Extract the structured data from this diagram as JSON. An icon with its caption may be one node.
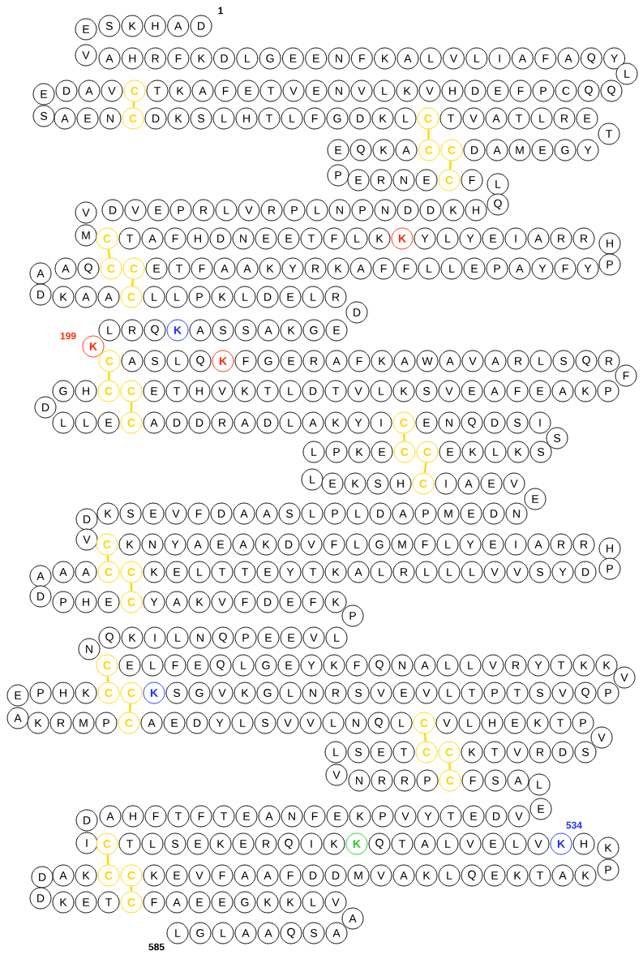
{
  "diagram": {
    "nodes": [
      {
        "text": [
          "D"
        ],
        "beside": [
          "1"
        ]
      },
      {
        "text": [
          "A"
        ]
      },
      {
        "text": [
          "H"
        ]
      },
      {
        "text": [
          "K"
        ]
      },
      {
        "text": [
          "S"
        ]
      },
      {
        "text": [
          "E"
        ]
      },
      {
        "text": [
          "V"
        ]
      },
      {
        "text": [
          "A"
        ]
      },
      {
        "text": [
          "H"
        ]
      },
      {
        "text": [
          "R"
        ]
      },
      {
        "text": [
          "F"
        ]
      },
      {
        "text": [
          "K"
        ]
      },
      {
        "text": [
          "D"
        ]
      },
      {
        "text": [
          "L"
        ]
      },
      {
        "text": [
          "G"
        ]
      },
      {
        "text": [
          "E"
        ]
      },
      {
        "text": [
          "E"
        ]
      },
      {
        "text": [
          "N"
        ]
      },
      {
        "text": [
          "F"
        ]
      },
      {
        "text": [
          "K"
        ]
      },
      {
        "text": [
          "A"
        ]
      },
      {
        "text": [
          "L"
        ]
      },
      {
        "text": [
          "V"
        ]
      },
      {
        "text": [
          "L"
        ]
      },
      {
        "text": [
          "I"
        ]
      },
      {
        "text": [
          "A"
        ]
      },
      {
        "text": [
          "F"
        ]
      },
      {
        "text": [
          "A"
        ]
      },
      {
        "text": [
          "Q"
        ]
      },
      {
        "text": [
          "Y"
        ]
      },
      {
        "text": [
          "L"
        ]
      },
      {
        "text": [
          "Q"
        ]
      },
      {
        "text": [
          "Q"
        ]
      },
      {
        "text": [
          "C"
        ]
      },
      {
        "text": [
          "P"
        ]
      },
      {
        "text": [
          "F"
        ]
      },
      {
        "text": [
          "E"
        ]
      },
      {
        "text": [
          "D"
        ]
      },
      {
        "text": [
          "H"
        ]
      },
      {
        "text": [
          "V"
        ]
      },
      {
        "text": [
          "K"
        ]
      },
      {
        "text": [
          "L"
        ]
      },
      {
        "text": [
          "V"
        ]
      },
      {
        "text": [
          "N"
        ]
      },
      {
        "text": [
          "E"
        ]
      },
      {
        "text": [
          "V"
        ]
      },
      {
        "text": [
          "T"
        ]
      },
      {
        "text": [
          "E"
        ]
      },
      {
        "text": [
          "F"
        ]
      },
      {
        "text": [
          "A"
        ]
      },
      {
        "text": [
          "K"
        ]
      },
      {
        "text": [
          "T"
        ]
      },
      {
        "text": [
          "C"
        ]
      },
      {
        "text": [
          "V"
        ]
      },
      {
        "text": [
          "A"
        ]
      },
      {
        "text": [
          "D"
        ]
      },
      {
        "text": [
          "E"
        ]
      },
      {
        "text": [
          "S"
        ]
      },
      {
        "text": [
          "A"
        ]
      },
      {
        "text": [
          "E"
        ]
      },
      {
        "text": [
          "N"
        ]
      },
      {
        "text": [
          "C"
        ]
      },
      {
        "text": [
          "D"
        ]
      },
      {
        "text": [
          "K"
        ]
      },
      {
        "text": [
          "S"
        ]
      },
      {
        "text": [
          "L"
        ]
      },
      {
        "text": [
          "H"
        ]
      },
      {
        "text": [
          "T"
        ]
      },
      {
        "text": [
          "L"
        ]
      },
      {
        "text": [
          "F"
        ]
      },
      {
        "text": [
          "G"
        ]
      },
      {
        "text": [
          "D"
        ]
      },
      {
        "text": [
          "K"
        ]
      },
      {
        "text": [
          "L"
        ]
      },
      {
        "text": [
          "C"
        ]
      },
      {
        "text": [
          "T"
        ]
      },
      {
        "text": [
          "V"
        ]
      },
      {
        "text": [
          "A"
        ]
      },
      {
        "text": [
          "T"
        ]
      },
      {
        "text": [
          "L"
        ]
      },
      {
        "text": [
          "R"
        ]
      },
      {
        "text": [
          "E"
        ]
      },
      {
        "text": [
          "T"
        ]
      },
      {
        "text": [
          "Y"
        ]
      },
      {
        "text": [
          "G"
        ]
      },
      {
        "text": [
          "E"
        ]
      },
      {
        "text": [
          "M"
        ]
      },
      {
        "text": [
          "A"
        ]
      },
      {
        "text": [
          "D"
        ]
      },
      {
        "text": [
          "C"
        ]
      },
      {
        "text": [
          "C"
        ]
      },
      {
        "text": [
          "A"
        ]
      },
      {
        "text": [
          "K"
        ]
      },
      {
        "text": [
          "Q"
        ]
      },
      {
        "text": [
          "E"
        ]
      },
      {
        "text": [
          "P"
        ]
      },
      {
        "text": [
          "E"
        ]
      },
      {
        "text": [
          "R"
        ]
      },
      {
        "text": [
          "N"
        ]
      },
      {
        "text": [
          "E"
        ]
      },
      {
        "text": [
          "C"
        ]
      },
      {
        "text": [
          "F"
        ]
      },
      {
        "text": [
          "L"
        ]
      },
      {
        "text": [
          "Q"
        ]
      },
      {
        "text": [
          "H"
        ]
      },
      {
        "text": [
          "K"
        ]
      },
      {
        "text": [
          "D"
        ]
      },
      {
        "text": [
          "D"
        ]
      },
      {
        "text": [
          "N"
        ]
      },
      {
        "text": [
          "P"
        ]
      },
      {
        "text": [
          "N"
        ]
      },
      {
        "text": [
          "L"
        ]
      },
      {
        "text": [
          "P"
        ]
      },
      {
        "text": [
          "R"
        ]
      },
      {
        "text": [
          "V"
        ]
      },
      {
        "text": [
          "L"
        ]
      },
      {
        "text": [
          "R"
        ]
      },
      {
        "text": [
          "P"
        ]
      },
      {
        "text": [
          "E"
        ]
      },
      {
        "text": [
          "V"
        ]
      },
      {
        "text": [
          "D"
        ]
      },
      {
        "text": [
          "V"
        ]
      },
      {
        "text": [
          "M"
        ]
      },
      {
        "text": [
          "C"
        ]
      },
      {
        "text": [
          "T"
        ]
      },
      {
        "text": [
          "A"
        ]
      },
      {
        "text": [
          "F"
        ]
      },
      {
        "text": [
          "H"
        ]
      },
      {
        "text": [
          "D"
        ]
      },
      {
        "text": [
          "N"
        ]
      },
      {
        "text": [
          "E"
        ]
      },
      {
        "text": [
          "E"
        ]
      },
      {
        "text": [
          "T"
        ]
      },
      {
        "text": [
          "F"
        ]
      },
      {
        "text": [
          "L"
        ]
      },
      {
        "text": [
          "K"
        ]
      },
      {
        "text": [
          "K"
        ]
      },
      {
        "text": [
          "Y"
        ]
      },
      {
        "text": [
          "L"
        ]
      },
      {
        "text": [
          "Y"
        ]
      },
      {
        "text": [
          "E"
        ]
      },
      {
        "text": [
          "I"
        ]
      },
      {
        "text": [
          "A"
        ]
      },
      {
        "text": [
          "R"
        ]
      },
      {
        "text": [
          "R"
        ]
      },
      {
        "text": [
          "H"
        ]
      },
      {
        "text": [
          "P"
        ]
      },
      {
        "text": [
          "Y"
        ]
      },
      {
        "text": [
          "F"
        ]
      },
      {
        "text": [
          "Y"
        ]
      },
      {
        "text": [
          "A"
        ]
      },
      {
        "text": [
          "P"
        ]
      },
      {
        "text": [
          "E"
        ]
      },
      {
        "text": [
          "L"
        ]
      },
      {
        "text": [
          "L"
        ]
      },
      {
        "text": [
          "F"
        ]
      },
      {
        "text": [
          "F"
        ]
      },
      {
        "text": [
          "A"
        ]
      },
      {
        "text": [
          "K"
        ]
      },
      {
        "text": [
          "R"
        ]
      },
      {
        "text": [
          "Y"
        ]
      },
      {
        "text": [
          "K"
        ]
      },
      {
        "text": [
          "A"
        ]
      },
      {
        "text": [
          "A"
        ]
      },
      {
        "text": [
          "F"
        ]
      },
      {
        "text": [
          "T"
        ]
      },
      {
        "text": [
          "E"
        ]
      },
      {
        "text": [
          "C"
        ]
      },
      {
        "text": [
          "C"
        ]
      },
      {
        "text": [
          "Q"
        ]
      },
      {
        "text": [
          "A"
        ]
      },
      {
        "text": [
          "A"
        ]
      },
      {
        "text": [
          "D"
        ]
      },
      {
        "text": [
          "K"
        ]
      },
      {
        "text": [
          "A"
        ]
      },
      {
        "text": [
          "A"
        ]
      },
      {
        "text": [
          "C"
        ]
      },
      {
        "text": [
          "L"
        ]
      },
      {
        "text": [
          "L"
        ]
      },
      {
        "text": [
          "P"
        ]
      },
      {
        "text": [
          "K"
        ]
      },
      {
        "text": [
          "L"
        ]
      },
      {
        "text": [
          "D"
        ]
      },
      {
        "text": [
          "E"
        ]
      },
      {
        "text": [
          "L"
        ]
      },
      {
        "text": [
          "R"
        ]
      },
      {
        "text": [
          "D"
        ]
      },
      {
        "text": [
          "E"
        ]
      },
      {
        "text": [
          "G"
        ]
      },
      {
        "text": [
          "K"
        ]
      },
      {
        "text": [
          "A"
        ]
      },
      {
        "text": [
          "S"
        ]
      },
      {
        "text": [
          "S"
        ]
      },
      {
        "text": [
          "A"
        ]
      },
      {
        "text": [
          "K"
        ]
      },
      {
        "text": [
          "Q"
        ]
      },
      {
        "text": [
          "R"
        ]
      },
      {
        "text": [
          "L"
        ]
      },
      {
        "text": [
          "K"
        ],
        "beside": [
          "199"
        ]
      },
      {
        "text": [
          "C"
        ]
      },
      {
        "text": [
          "A"
        ]
      },
      {
        "text": [
          "S"
        ]
      },
      {
        "text": [
          "L"
        ]
      },
      {
        "text": [
          "Q"
        ]
      },
      {
        "text": [
          "K"
        ]
      },
      {
        "text": [
          "F"
        ]
      },
      {
        "text": [
          "G"
        ]
      },
      {
        "text": [
          "E"
        ]
      },
      {
        "text": [
          "R"
        ]
      },
      {
        "text": [
          "A"
        ]
      },
      {
        "text": [
          "F"
        ]
      },
      {
        "text": [
          "K"
        ]
      },
      {
        "text": [
          "A"
        ]
      },
      {
        "text": [
          "W"
        ]
      },
      {
        "text": [
          "A"
        ]
      },
      {
        "text": [
          "V"
        ]
      },
      {
        "text": [
          "A"
        ]
      },
      {
        "text": [
          "R"
        ]
      },
      {
        "text": [
          "L"
        ]
      },
      {
        "text": [
          "S"
        ]
      },
      {
        "text": [
          "Q"
        ]
      },
      {
        "text": [
          "R"
        ]
      },
      {
        "text": [
          "F"
        ]
      },
      {
        "text": [
          "P"
        ]
      },
      {
        "text": [
          "K"
        ]
      },
      {
        "text": [
          "A"
        ]
      },
      {
        "text": [
          "E"
        ]
      },
      {
        "text": [
          "F"
        ]
      },
      {
        "text": [
          "A"
        ]
      },
      {
        "text": [
          "E"
        ]
      },
      {
        "text": [
          "V"
        ]
      },
      {
        "text": [
          "S"
        ]
      },
      {
        "text": [
          "K"
        ]
      },
      {
        "text": [
          "L"
        ]
      },
      {
        "text": [
          "V"
        ]
      },
      {
        "text": [
          "T"
        ]
      },
      {
        "text": [
          "D"
        ]
      },
      {
        "text": [
          "L"
        ]
      },
      {
        "text": [
          "T"
        ]
      },
      {
        "text": [
          "K"
        ]
      },
      {
        "text": [
          "V"
        ]
      },
      {
        "text": [
          "H"
        ]
      },
      {
        "text": [
          "T"
        ]
      },
      {
        "text": [
          "E"
        ]
      },
      {
        "text": [
          "C"
        ]
      },
      {
        "text": [
          "C"
        ]
      },
      {
        "text": [
          "H"
        ]
      },
      {
        "text": [
          "G"
        ]
      },
      {
        "text": [
          "D"
        ]
      },
      {
        "text": [
          "L"
        ]
      },
      {
        "text": [
          "L"
        ]
      },
      {
        "text": [
          "E"
        ]
      },
      {
        "text": [
          "C"
        ]
      },
      {
        "text": [
          "A"
        ]
      },
      {
        "text": [
          "D"
        ]
      },
      {
        "text": [
          "D"
        ]
      },
      {
        "text": [
          "R"
        ]
      },
      {
        "text": [
          "A"
        ]
      },
      {
        "text": [
          "D"
        ]
      },
      {
        "text": [
          "L"
        ]
      },
      {
        "text": [
          "A"
        ]
      },
      {
        "text": [
          "K"
        ]
      },
      {
        "text": [
          "Y"
        ]
      },
      {
        "text": [
          "I"
        ]
      },
      {
        "text": [
          "C"
        ]
      },
      {
        "text": [
          "E"
        ]
      },
      {
        "text": [
          "N"
        ]
      },
      {
        "text": [
          "Q"
        ]
      },
      {
        "text": [
          "D"
        ]
      },
      {
        "text": [
          "S"
        ]
      },
      {
        "text": [
          "I"
        ]
      },
      {
        "text": [
          "S"
        ]
      },
      {
        "text": [
          "S"
        ]
      },
      {
        "text": [
          "K"
        ]
      },
      {
        "text": [
          "L"
        ]
      },
      {
        "text": [
          "K"
        ]
      },
      {
        "text": [
          "E"
        ]
      },
      {
        "text": [
          "C"
        ]
      },
      {
        "text": [
          "C"
        ]
      },
      {
        "text": [
          "E"
        ]
      },
      {
        "text": [
          "K"
        ]
      },
      {
        "text": [
          "P"
        ]
      },
      {
        "text": [
          "L"
        ]
      },
      {
        "text": [
          "L"
        ]
      },
      {
        "text": [
          "E"
        ]
      },
      {
        "text": [
          "K"
        ]
      },
      {
        "text": [
          "S"
        ]
      },
      {
        "text": [
          "H"
        ]
      },
      {
        "text": [
          "C"
        ]
      },
      {
        "text": [
          "I"
        ]
      },
      {
        "text": [
          "A"
        ]
      },
      {
        "text": [
          "E"
        ]
      },
      {
        "text": [
          "V"
        ]
      },
      {
        "text": [
          "E"
        ]
      },
      {
        "text": [
          "N"
        ]
      },
      {
        "text": [
          "D"
        ]
      },
      {
        "text": [
          "E"
        ]
      },
      {
        "text": [
          "M"
        ]
      },
      {
        "text": [
          "P"
        ]
      },
      {
        "text": [
          "A"
        ]
      },
      {
        "text": [
          "D"
        ]
      },
      {
        "text": [
          "L"
        ]
      },
      {
        "text": [
          "P"
        ]
      },
      {
        "text": [
          "L"
        ]
      },
      {
        "text": [
          "S"
        ]
      },
      {
        "text": [
          "A"
        ]
      },
      {
        "text": [
          "A"
        ]
      },
      {
        "text": [
          "D"
        ]
      },
      {
        "text": [
          "F"
        ]
      },
      {
        "text": [
          "V"
        ]
      },
      {
        "text": [
          "E"
        ]
      },
      {
        "text": [
          "S"
        ]
      },
      {
        "text": [
          "K"
        ]
      },
      {
        "text": [
          "D"
        ]
      },
      {
        "text": [
          "V"
        ]
      },
      {
        "text": [
          "C"
        ]
      },
      {
        "text": [
          "K"
        ]
      },
      {
        "text": [
          "N"
        ]
      },
      {
        "text": [
          "Y"
        ]
      },
      {
        "text": [
          "A"
        ]
      },
      {
        "text": [
          "E"
        ]
      },
      {
        "text": [
          "A"
        ]
      },
      {
        "text": [
          "K"
        ]
      },
      {
        "text": [
          "D"
        ]
      },
      {
        "text": [
          "V"
        ]
      },
      {
        "text": [
          "F"
        ]
      },
      {
        "text": [
          "L"
        ]
      },
      {
        "text": [
          "G"
        ]
      },
      {
        "text": [
          "M"
        ]
      },
      {
        "text": [
          "F"
        ]
      },
      {
        "text": [
          "L"
        ]
      },
      {
        "text": [
          "Y"
        ]
      },
      {
        "text": [
          "E"
        ]
      },
      {
        "text": [
          "I"
        ]
      },
      {
        "text": [
          "A"
        ]
      },
      {
        "text": [
          "R"
        ]
      },
      {
        "text": [
          "R"
        ]
      },
      {
        "text": [
          "H"
        ]
      },
      {
        "text": [
          "P"
        ]
      },
      {
        "text": [
          "D"
        ]
      },
      {
        "text": [
          "Y"
        ]
      },
      {
        "text": [
          "S"
        ]
      },
      {
        "text": [
          "V"
        ]
      },
      {
        "text": [
          "V"
        ]
      },
      {
        "text": [
          "L"
        ]
      },
      {
        "text": [
          "L"
        ]
      },
      {
        "text": [
          "L"
        ]
      },
      {
        "text": [
          "R"
        ]
      },
      {
        "text": [
          "L"
        ]
      },
      {
        "text": [
          "A"
        ]
      },
      {
        "text": [
          "K"
        ]
      },
      {
        "text": [
          "T"
        ]
      },
      {
        "text": [
          "Y"
        ]
      },
      {
        "text": [
          "E"
        ]
      },
      {
        "text": [
          "T"
        ]
      },
      {
        "text": [
          "T"
        ]
      },
      {
        "text": [
          "L"
        ]
      },
      {
        "text": [
          "E"
        ]
      },
      {
        "text": [
          "K"
        ]
      },
      {
        "text": [
          "C"
        ]
      },
      {
        "text": [
          "C"
        ]
      },
      {
        "text": [
          "A"
        ]
      },
      {
        "text": [
          "A"
        ]
      },
      {
        "text": [
          "A"
        ]
      },
      {
        "text": [
          "D"
        ]
      },
      {
        "text": [
          "P"
        ]
      },
      {
        "text": [
          "H"
        ]
      },
      {
        "text": [
          "E"
        ]
      },
      {
        "text": [
          "C"
        ]
      },
      {
        "text": [
          "Y"
        ]
      },
      {
        "text": [
          "A"
        ]
      },
      {
        "text": [
          "K"
        ]
      },
      {
        "text": [
          "V"
        ]
      },
      {
        "text": [
          "F"
        ]
      },
      {
        "text": [
          "D"
        ]
      },
      {
        "text": [
          "E"
        ]
      },
      {
        "text": [
          "F"
        ]
      },
      {
        "text": [
          "K"
        ]
      },
      {
        "text": [
          "P"
        ]
      },
      {
        "text": [
          "L"
        ]
      },
      {
        "text": [
          "V"
        ]
      },
      {
        "text": [
          "E"
        ]
      },
      {
        "text": [
          "E"
        ]
      },
      {
        "text": [
          "P"
        ]
      },
      {
        "text": [
          "Q"
        ]
      },
      {
        "text": [
          "N"
        ]
      },
      {
        "text": [
          "L"
        ]
      },
      {
        "text": [
          "I"
        ]
      },
      {
        "text": [
          "K"
        ]
      },
      {
        "text": [
          "Q"
        ]
      },
      {
        "text": [
          "N"
        ]
      },
      {
        "text": [
          "C"
        ]
      },
      {
        "text": [
          "E"
        ]
      },
      {
        "text": [
          "L"
        ]
      },
      {
        "text": [
          "F"
        ]
      },
      {
        "text": [
          "E"
        ]
      },
      {
        "text": [
          "Q"
        ]
      },
      {
        "text": [
          "L"
        ]
      },
      {
        "text": [
          "G"
        ]
      },
      {
        "text": [
          "E"
        ]
      },
      {
        "text": [
          "Y"
        ]
      },
      {
        "text": [
          "K"
        ]
      },
      {
        "text": [
          "F"
        ]
      },
      {
        "text": [
          "Q"
        ]
      },
      {
        "text": [
          "N"
        ]
      },
      {
        "text": [
          "A"
        ]
      },
      {
        "text": [
          "L"
        ]
      },
      {
        "text": [
          "L"
        ]
      },
      {
        "text": [
          "V"
        ]
      },
      {
        "text": [
          "R"
        ]
      },
      {
        "text": [
          "Y"
        ]
      },
      {
        "text": [
          "T"
        ]
      },
      {
        "text": [
          "K"
        ]
      },
      {
        "text": [
          "K"
        ]
      },
      {
        "text": [
          "V"
        ]
      },
      {
        "text": [
          "P"
        ]
      },
      {
        "text": [
          "Q"
        ]
      },
      {
        "text": [
          "V"
        ]
      },
      {
        "text": [
          "S"
        ]
      },
      {
        "text": [
          "T"
        ]
      },
      {
        "text": [
          "P"
        ]
      },
      {
        "text": [
          "T"
        ]
      },
      {
        "text": [
          "L"
        ]
      },
      {
        "text": [
          "V"
        ]
      },
      {
        "text": [
          "E"
        ]
      },
      {
        "text": [
          "V"
        ]
      },
      {
        "text": [
          "S"
        ]
      },
      {
        "text": [
          "R"
        ]
      },
      {
        "text": [
          "N"
        ]
      },
      {
        "text": [
          "L"
        ]
      },
      {
        "text": [
          "G"
        ]
      },
      {
        "text": [
          "K"
        ]
      },
      {
        "text": [
          "V"
        ]
      },
      {
        "text": [
          "G"
        ]
      },
      {
        "text": [
          "S"
        ]
      },
      {
        "text": [
          "K"
        ]
      },
      {
        "text": [
          "C"
        ]
      },
      {
        "text": [
          "C"
        ]
      },
      {
        "text": [
          "K"
        ]
      },
      {
        "text": [
          "H"
        ]
      },
      {
        "text": [
          "P"
        ]
      },
      {
        "text": [
          "E"
        ]
      },
      {
        "text": [
          "A"
        ]
      },
      {
        "text": [
          "K"
        ]
      },
      {
        "text": [
          "R"
        ]
      },
      {
        "text": [
          "M"
        ]
      },
      {
        "text": [
          "P"
        ]
      },
      {
        "text": [
          "C"
        ]
      },
      {
        "text": [
          "A"
        ]
      },
      {
        "text": [
          "E"
        ]
      },
      {
        "text": [
          "D"
        ]
      },
      {
        "text": [
          "Y"
        ]
      },
      {
        "text": [
          "L"
        ]
      },
      {
        "text": [
          "S"
        ]
      },
      {
        "text": [
          "V"
        ]
      },
      {
        "text": [
          "V"
        ]
      },
      {
        "text": [
          "L"
        ]
      },
      {
        "text": [
          "N"
        ]
      },
      {
        "text": [
          "Q"
        ]
      },
      {
        "text": [
          "L"
        ]
      },
      {
        "text": [
          "C"
        ]
      },
      {
        "text": [
          "V"
        ]
      },
      {
        "text": [
          "L"
        ]
      },
      {
        "text": [
          "H"
        ]
      },
      {
        "text": [
          "E"
        ]
      },
      {
        "text": [
          "K"
        ]
      },
      {
        "text": [
          "T"
        ]
      },
      {
        "text": [
          "P"
        ]
      },
      {
        "text": [
          "V"
        ]
      },
      {
        "text": [
          "S"
        ]
      },
      {
        "text": [
          "D"
        ]
      },
      {
        "text": [
          "R"
        ]
      },
      {
        "text": [
          "V"
        ]
      },
      {
        "text": [
          "T"
        ]
      },
      {
        "text": [
          "K"
        ]
      },
      {
        "text": [
          "C"
        ]
      },
      {
        "text": [
          "C"
        ]
      },
      {
        "text": [
          "T"
        ]
      },
      {
        "text": [
          "E"
        ]
      },
      {
        "text": [
          "S"
        ]
      },
      {
        "text": [
          "L"
        ]
      },
      {
        "text": [
          "V"
        ]
      },
      {
        "text": [
          "N"
        ]
      },
      {
        "text": [
          "R"
        ]
      },
      {
        "text": [
          "R"
        ]
      },
      {
        "text": [
          "P"
        ]
      },
      {
        "text": [
          "C"
        ]
      },
      {
        "text": [
          "F"
        ]
      },
      {
        "text": [
          "S"
        ]
      },
      {
        "text": [
          "A"
        ]
      },
      {
        "text": [
          "L"
        ]
      },
      {
        "text": [
          "E"
        ]
      },
      {
        "text": [
          "V"
        ]
      },
      {
        "text": [
          "D"
        ]
      },
      {
        "text": [
          "E"
        ]
      },
      {
        "text": [
          "T"
        ]
      },
      {
        "text": [
          "Y"
        ]
      },
      {
        "text": [
          "V"
        ]
      },
      {
        "text": [
          "P"
        ]
      },
      {
        "text": [
          "K"
        ]
      },
      {
        "text": [
          "E"
        ]
      },
      {
        "text": [
          "F"
        ]
      },
      {
        "text": [
          "N"
        ]
      },
      {
        "text": [
          "A"
        ]
      },
      {
        "text": [
          "E"
        ]
      },
      {
        "text": [
          "T"
        ]
      },
      {
        "text": [
          "F"
        ]
      },
      {
        "text": [
          "T"
        ]
      },
      {
        "text": [
          "F"
        ]
      },
      {
        "text": [
          "H"
        ]
      },
      {
        "text": [
          "A"
        ]
      },
      {
        "text": [
          "D"
        ]
      },
      {
        "text": [
          "I"
        ]
      },
      {
        "text": [
          "C"
        ]
      },
      {
        "text": [
          "T"
        ]
      },
      {
        "text": [
          "L"
        ]
      },
      {
        "text": [
          "S"
        ]
      },
      {
        "text": [
          "E"
        ]
      },
      {
        "text": [
          "K"
        ]
      },
      {
        "text": [
          "E"
        ]
      },
      {
        "text": [
          "R"
        ]
      },
      {
        "text": [
          "Q"
        ]
      },
      {
        "text": [
          "I"
        ]
      },
      {
        "text": [
          "K"
        ]
      },
      {
        "text": [
          "K"
        ]
      },
      {
        "text": [
          "Q"
        ]
      },
      {
        "text": [
          "T"
        ]
      },
      {
        "text": [
          "A"
        ]
      },
      {
        "text": [
          "L"
        ]
      },
      {
        "text": [
          "V"
        ]
      },
      {
        "text": [
          "E"
        ]
      },
      {
        "text": [
          "L"
        ]
      },
      {
        "text": [
          "V"
        ]
      },
      {
        "text": [
          "K"
        ],
        "beside": [
          "534"
        ]
      },
      {
        "text": [
          "H"
        ]
      },
      {
        "text": [
          "K"
        ]
      },
      {
        "text": [
          "P"
        ]
      },
      {
        "text": [
          "K"
        ]
      },
      {
        "text": [
          "A"
        ]
      },
      {
        "text": [
          "T"
        ]
      },
      {
        "text": [
          "K"
        ]
      },
      {
        "text": [
          "E"
        ]
      },
      {
        "text": [
          "Q"
        ]
      },
      {
        "text": [
          "L"
        ]
      },
      {
        "text": [
          "K"
        ]
      },
      {
        "text": [
          "A"
        ]
      },
      {
        "text": [
          "V"
        ]
      },
      {
        "text": [
          "M"
        ]
      },
      {
        "text": [
          "D"
        ]
      },
      {
        "text": [
          "D"
        ]
      },
      {
        "text": [
          "F"
        ]
      },
      {
        "text": [
          "A"
        ]
      },
      {
        "text": [
          "A"
        ]
      },
      {
        "text": [
          "F"
        ]
      },
      {
        "text": [
          "V"
        ]
      },
      {
        "text": [
          "E"
        ]
      },
      {
        "text": [
          "K"
        ]
      },
      {
        "text": [
          "C"
        ]
      },
      {
        "text": [
          "C"
        ]
      },
      {
        "text": [
          "K"
        ]
      },
      {
        "text": [
          "A"
        ]
      },
      {
        "text": [
          "D"
        ]
      },
      {
        "text": [
          "D"
        ]
      },
      {
        "text": [
          "K"
        ]
      },
      {
        "text": [
          "E"
        ]
      },
      {
        "text": [
          "T"
        ]
      },
      {
        "text": [
          "C"
        ]
      },
      {
        "text": [
          "F"
        ]
      },
      {
        "text": [
          "A"
        ]
      },
      {
        "text": [
          "E"
        ]
      },
      {
        "text": [
          "E"
        ]
      },
      {
        "text": [
          "G"
        ]
      },
      {
        "text": [
          "K"
        ]
      },
      {
        "text": [
          "K"
        ]
      },
      {
        "text": [
          "L"
        ]
      },
      {
        "text": [
          "V"
        ]
      },
      {
        "text": [
          "A"
        ]
      },
      {
        "text": [
          "A"
        ]
      },
      {
        "text": [
          "S"
        ]
      },
      {
        "text": [
          "Q"
        ]
      },
      {
        "text": [
          "A"
        ]
      },
      {
        "text": [
          "A"
        ]
      },
      {
        "text": [
          "L"
        ]
      },
      {
        "text": [
          "G"
        ]
      },
      {
        "text": [
          "L"
        ],
        "beside": [
          "585"
        ]
      }
    ],
    "edges": [
      {
        "from": 52,
        "to": 61,
        "arrow": "none"
      },
      {
        "from": 74,
        "to": 90,
        "arrow": "none"
      },
      {
        "from": 89,
        "to": 100,
        "arrow": "none"
      },
      {
        "from": 123,
        "to": 168,
        "arrow": "none"
      },
      {
        "from": 167,
        "to": 176,
        "arrow": "none"
      },
      {
        "from": 199,
        "to": 245,
        "arrow": "none"
      },
      {
        "from": 244,
        "to": 252,
        "arrow": "none"
      },
      {
        "from": 264,
        "to": 278,
        "arrow": "none"
      },
      {
        "from": 277,
        "to": 288,
        "arrow": "none"
      },
      {
        "from": 315,
        "to": 360,
        "arrow": "none"
      },
      {
        "from": 359,
        "to": 368,
        "arrow": "none"
      },
      {
        "from": 391,
        "to": 437,
        "arrow": "none"
      },
      {
        "from": 436,
        "to": 447,
        "arrow": "none"
      },
      {
        "from": 460,
        "to": 476,
        "arrow": "none"
      },
      {
        "from": 475,
        "to": 486,
        "arrow": "none"
      },
      {
        "from": 513,
        "to": 558,
        "arrow": "none"
      },
      {
        "from": 557,
        "to": 566,
        "arrow": "none"
      }
    ]
  }
}
